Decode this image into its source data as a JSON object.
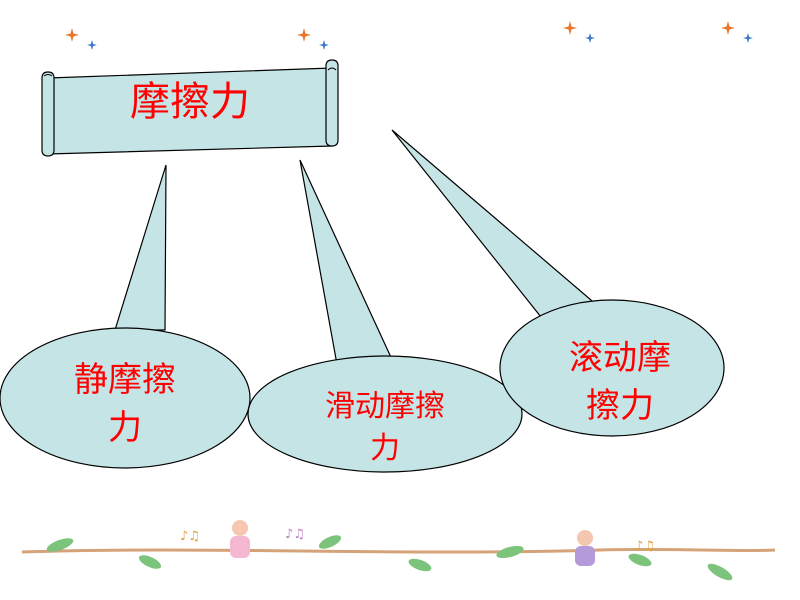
{
  "title": "摩擦力",
  "branches": [
    {
      "lines": [
        "静摩擦",
        "力"
      ]
    },
    {
      "lines": [
        "滑动摩擦",
        "力"
      ]
    },
    {
      "lines": [
        "滚动摩",
        "擦力"
      ]
    }
  ],
  "colors": {
    "fill": "#c5e4e6",
    "stroke": "#000000",
    "text": "#ff0000",
    "vine": "#d4a37a",
    "leaf": "#7cc47c",
    "sparkle_orange": "#e8782e",
    "sparkle_blue": "#3c78c8"
  }
}
